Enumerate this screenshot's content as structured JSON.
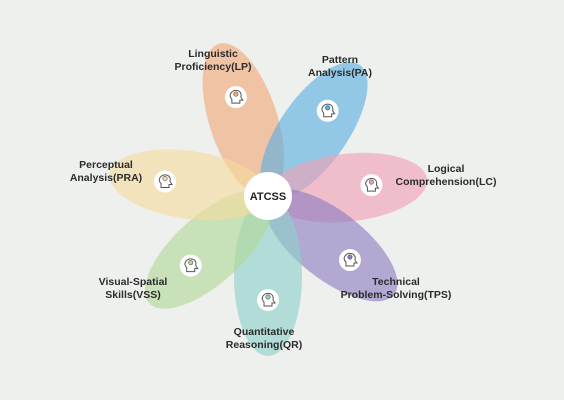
{
  "center": {
    "label": "ATCSS"
  },
  "petals": [
    {
      "id": "lp",
      "line1": "Linguistic",
      "line2": "Proficiency(LP)",
      "color": "#f2a878",
      "icon": "head-thinking-icon"
    },
    {
      "id": "pa",
      "line1": "Pattern",
      "line2": "Analysis(PA)",
      "color": "#5aaee0",
      "icon": "brain-idea-icon"
    },
    {
      "id": "lc",
      "line1": "Logical",
      "line2": "Comprehension(LC)",
      "color": "#f0a0b4",
      "icon": "people-discussion-icon"
    },
    {
      "id": "tps",
      "line1": "Technical",
      "line2": "Problem-Solving(TPS)",
      "color": "#8c7cc0",
      "icon": "head-gear-icon"
    },
    {
      "id": "qr",
      "line1": "Quantitative",
      "line2": "Reasoning(QR)",
      "color": "#8cd0c8",
      "icon": "calculator-chart-icon"
    },
    {
      "id": "vss",
      "line1": "Visual-Spatial",
      "line2": "Skills(VSS)",
      "color": "#b0d898",
      "icon": "gears-icon"
    },
    {
      "id": "pra",
      "line1": "Perceptual",
      "line2": "Analysis(PRA)",
      "color": "#f4dc9c",
      "icon": "head-analysis-icon"
    }
  ]
}
